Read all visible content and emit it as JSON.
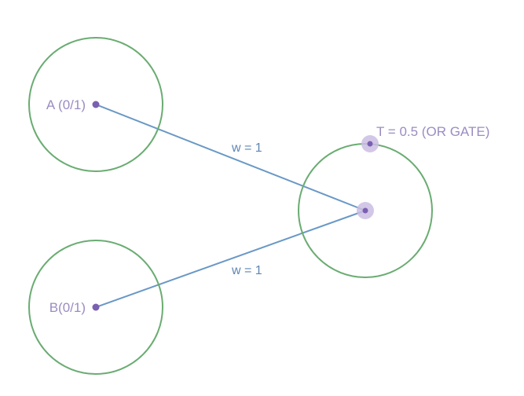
{
  "diagram": {
    "nodes": {
      "input_a": {
        "label": "A (0/1)"
      },
      "input_b": {
        "label": "B(0/1)"
      },
      "output": {
        "threshold_label": "T = 0.5 (OR GATE)"
      }
    },
    "edges": [
      {
        "from": "input_a",
        "to": "output",
        "label": "w = 1"
      },
      {
        "from": "input_b",
        "to": "output",
        "label": "w = 1"
      }
    ]
  },
  "colors": {
    "circle_stroke": "#6aac72",
    "edge_stroke": "#6998c6",
    "point_fill": "#7a60b0",
    "point_halo": "#cbbde3",
    "label_text": "#9b8cc2",
    "weight_text": "#5e86b3"
  }
}
